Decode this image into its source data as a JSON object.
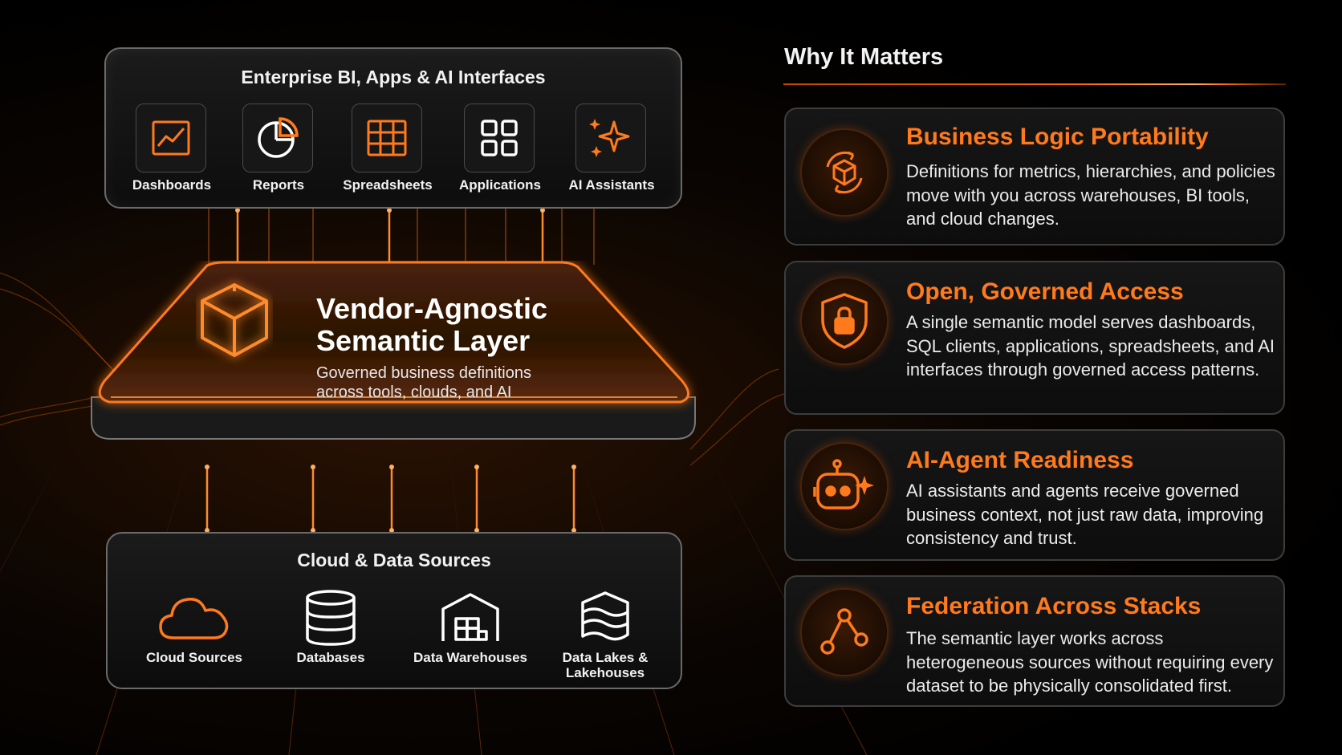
{
  "top_box": {
    "title": "Enterprise BI, Apps & AI Interfaces",
    "items": [
      {
        "label": "Dashboards",
        "icon": "line-chart-icon"
      },
      {
        "label": "Reports",
        "icon": "pie-chart-icon"
      },
      {
        "label": "Spreadsheets",
        "icon": "grid-icon"
      },
      {
        "label": "Applications",
        "icon": "apps-grid-icon"
      },
      {
        "label": "AI Assistants",
        "icon": "sparkles-icon"
      }
    ]
  },
  "semantic_layer": {
    "title_line1": "Vendor-Agnostic",
    "title_line2": "Semantic Layer",
    "subtitle": "Governed business definitions across tools, clouds, and AI",
    "icon": "cube-icon"
  },
  "bottom_box": {
    "title": "Cloud & Data Sources",
    "items": [
      {
        "label": "Cloud Sources",
        "icon": "cloud-icon"
      },
      {
        "label": "Databases",
        "icon": "database-icon"
      },
      {
        "label": "Data Warehouses",
        "icon": "warehouse-icon"
      },
      {
        "label": "Data Lakes & Lakehouses",
        "icon": "data-lake-icon"
      }
    ]
  },
  "why": {
    "title": "Why It Matters",
    "cards": [
      {
        "title": "Business Logic Portability",
        "text": "Definitions for metrics, hierarchies, and policies move with you across warehouses, BI tools, and cloud changes.",
        "icon": "cube-cycle-icon"
      },
      {
        "title": "Open, Governed Access",
        "text": "A single semantic model serves dashboards, SQL clients, applications, spreadsheets, and AI interfaces through governed access patterns.",
        "icon": "shield-lock-icon"
      },
      {
        "title": "AI-Agent Readiness",
        "text": "AI assistants and agents receive governed business context, not just raw data, improving consistency and trust.",
        "icon": "robot-icon"
      },
      {
        "title": "Federation Across Stacks",
        "text": "The semantic layer works across heterogeneous sources without requiring every dataset to be physically consolidated first.",
        "icon": "network-icon"
      }
    ]
  },
  "colors": {
    "accent": "#ff7a1c",
    "background": "#000000",
    "panel": "#141414"
  }
}
